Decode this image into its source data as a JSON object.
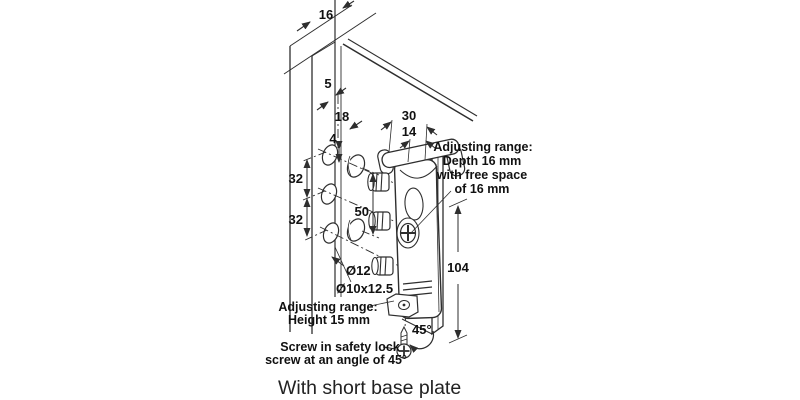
{
  "diagram": {
    "caption": "With short base plate",
    "dimensions": {
      "panel_thickness": "16",
      "edge_offset": "5",
      "hole_plane_offset": "18",
      "plug_offset": "4",
      "hole_spacing_upper": "32",
      "hole_spacing_lower": "32",
      "plug_spacing": "50",
      "hook_width_outer": "30",
      "hook_width_inner": "14",
      "plate_height": "104",
      "hole_diameter": "Ø12",
      "plug_diameter": "Ø10x12.5",
      "screw_angle": "45°"
    },
    "notes": {
      "depth_range": [
        "Adjusting range:",
        "Depth 16 mm",
        "with free space",
        "of 16 mm"
      ],
      "height_range": [
        "Adjusting range:",
        "Height 15 mm"
      ],
      "screw_note": [
        "Screw in safety lock",
        "screw at an angle of 45°"
      ]
    },
    "colors": {
      "line": "#2e2e2e",
      "text": "#111111",
      "background": "#ffffff"
    }
  }
}
